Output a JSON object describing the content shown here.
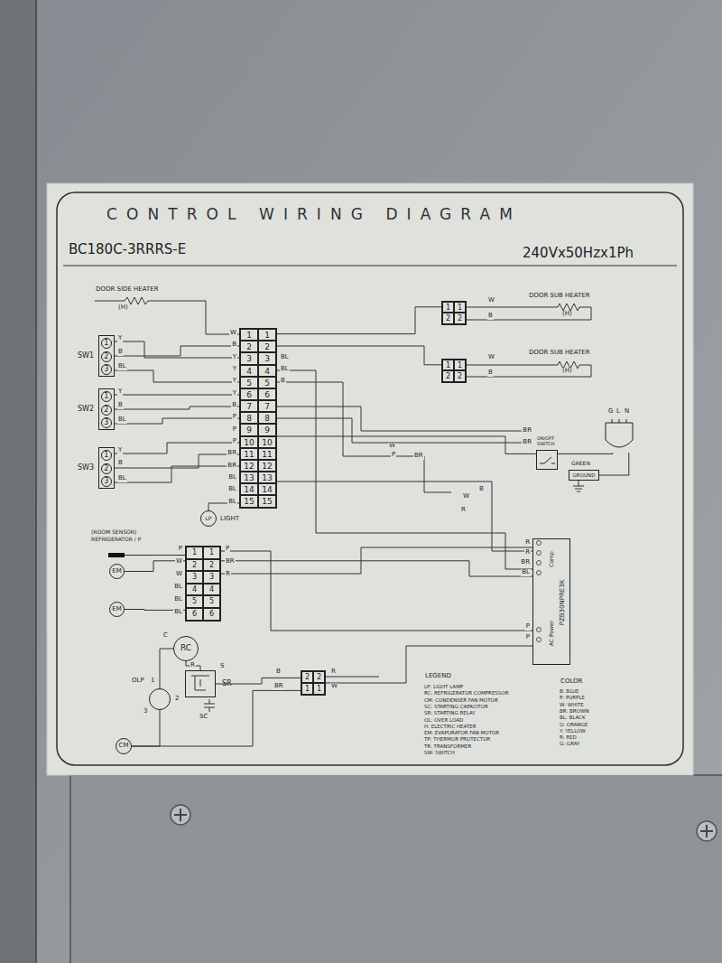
{
  "diagram": {
    "title": "CONTROL WIRING DIAGRAM",
    "nodes": [
      {
        "text": [
          "SW1",
          "1",
          "2",
          "3"
        ]
      },
      {
        "text": [
          "SW2",
          "1",
          "2",
          "3"
        ]
      },
      {
        "text": [
          "SW3",
          "1",
          "2",
          "3"
        ]
      },
      {
        "text": [
          "1",
          "1",
          "2",
          "2",
          "3",
          "3",
          "4",
          "4",
          "5",
          "5",
          "6",
          "6",
          "7",
          "7",
          "8",
          "8",
          "9",
          "9",
          "10",
          "10",
          "11",
          "11",
          "12",
          "12",
          "13",
          "13",
          "14",
          "14",
          "15",
          "15"
        ]
      },
      {
        "text": [
          "LP",
          "LIGHT"
        ]
      },
      {
        "text": [
          "1",
          "1",
          "2",
          "2"
        ]
      },
      {
        "text": [
          "1",
          "1",
          "2",
          "2"
        ]
      },
      {
        "text": [
          "ON/OFF SWITCH"
        ]
      },
      {
        "text": [
          "GREEN",
          "GROUND"
        ]
      },
      {
        "text": [
          "G",
          "L",
          "N"
        ]
      },
      {
        "text": [
          "1",
          "1",
          "2",
          "2",
          "3",
          "3",
          "4",
          "4",
          "5",
          "5",
          "6",
          "6"
        ]
      },
      {
        "text": [
          "EM"
        ]
      },
      {
        "text": [
          "EM"
        ]
      },
      {
        "text": [
          "RC"
        ]
      },
      {
        "text": [
          "OLP"
        ]
      },
      {
        "text": [
          "SR"
        ]
      },
      {
        "text": [
          "2",
          "2",
          "1",
          "1"
        ]
      },
      {
        "text": [
          "CM"
        ]
      },
      {
        "text": [
          "PZB30NPRE3K",
          "Comp",
          "AC Power"
        ]
      }
    ],
    "edges": [
      {
        "from": 0,
        "to": 3,
        "arrow": "none"
      },
      {
        "from": 1,
        "to": 3,
        "arrow": "none"
      },
      {
        "from": 2,
        "to": 3,
        "arrow": "none"
      },
      {
        "from": 3,
        "to": 4,
        "arrow": "none"
      },
      {
        "from": 3,
        "to": 5,
        "arrow": "none"
      },
      {
        "from": 3,
        "to": 6,
        "arrow": "none"
      },
      {
        "from": 3,
        "to": 7,
        "arrow": "none"
      },
      {
        "from": 7,
        "to": 9,
        "arrow": "none"
      },
      {
        "from": 8,
        "to": 9,
        "arrow": "none"
      },
      {
        "from": 3,
        "to": 18,
        "arrow": "none"
      },
      {
        "from": 10,
        "to": 11,
        "arrow": "none"
      },
      {
        "from": 10,
        "to": 12,
        "arrow": "none"
      },
      {
        "from": 10,
        "to": 18,
        "arrow": "none"
      },
      {
        "from": 18,
        "to": 16,
        "arrow": "none"
      },
      {
        "from": 16,
        "to": 15,
        "arrow": "none"
      },
      {
        "from": 16,
        "to": 17,
        "arrow": "none"
      },
      {
        "from": 13,
        "to": 15,
        "arrow": "none"
      },
      {
        "from": 14,
        "to": 13,
        "arrow": "none"
      },
      {
        "from": 14,
        "to": 17,
        "arrow": "none"
      }
    ],
    "labels": [
      "BC180C-3RRRS-E",
      "240Vx50Hzx1Ph",
      "DOOR SIDE HEATER",
      "(H)",
      "DOOR SUB HEATER",
      "(H)",
      "DOOR SUB HEATER",
      "(H)",
      "Y",
      "B",
      "BL",
      "Y",
      "B",
      "BL",
      "Y",
      "B",
      "BL",
      "W",
      "B",
      "Y",
      "Y",
      "Y",
      "Y",
      "B",
      "P",
      "P",
      "P",
      "BR",
      "BR",
      "BL",
      "BL",
      "BL",
      "BL",
      "BL",
      "B",
      "W",
      "B",
      "W",
      "B",
      "W",
      "P",
      "BR",
      "BR",
      "BR",
      "W",
      "B",
      "R",
      "R",
      "R",
      "BR",
      "BL",
      "P",
      "P",
      "(ROOM SENSOR)",
      "REFRIGERATOR / P",
      "P",
      "W",
      "W",
      "BL",
      "BL",
      "BL",
      "P",
      "BR",
      "R",
      "C",
      "R",
      "S",
      "1",
      "2",
      "3",
      "SC",
      "B",
      "BR",
      "R",
      "W",
      "LEGEND",
      "COLOR"
    ],
    "legend": [
      {
        "text": "LP: LIGHT LAMP"
      },
      {
        "text": "RC: REFRIGERATOR COMPRESSOR"
      },
      {
        "text": "CM: CONDENSER FAN MOTOR"
      },
      {
        "text": "SC: STARTING CAPACITOR"
      },
      {
        "text": "SR: STARTING RELAY"
      },
      {
        "text": "OL: OVER LOAD"
      },
      {
        "text": "H: ELECTRIC HEATER"
      },
      {
        "text": "EM: EVAPORATOR FAN MOTOR"
      },
      {
        "text": "TP: THERMOR PROTECTOR"
      },
      {
        "text": "TR: TRANSFORMER"
      },
      {
        "text": "SW: SWITCH"
      },
      {
        "text": "B: BLUE"
      },
      {
        "text": "P: PURPLE"
      },
      {
        "text": "W: WHITE"
      },
      {
        "text": "BR: BROWN"
      },
      {
        "text": "BL: BLACK"
      },
      {
        "text": "O: ORANGE"
      },
      {
        "text": "Y: YELLOW"
      },
      {
        "text": "R: RED"
      },
      {
        "text": "G: GRAY"
      }
    ]
  }
}
